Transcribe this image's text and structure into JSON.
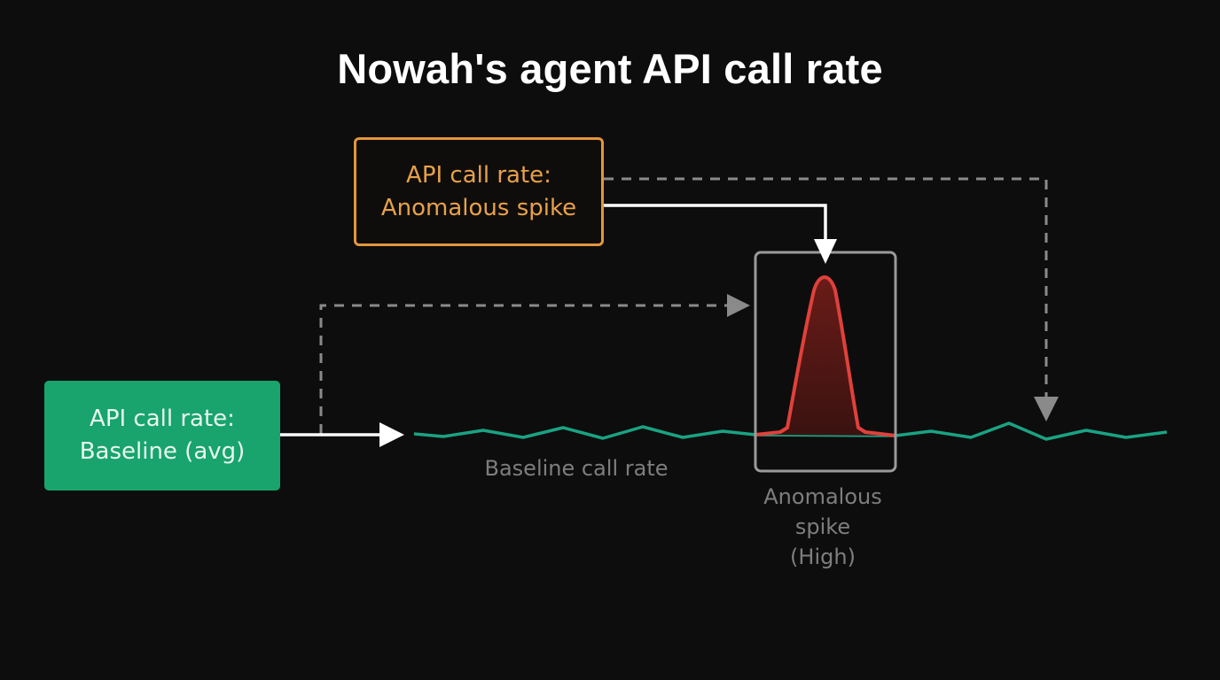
{
  "title": "Nowah's agent API call rate",
  "callouts": {
    "spike": {
      "line1": "API call rate:",
      "line2": "Anomalous spike",
      "color": "#e2963c"
    },
    "baseline": {
      "line1": "API call rate:",
      "line2": "Baseline (avg)",
      "color": "#18a46c"
    }
  },
  "labels": {
    "baseline_series": "Baseline call rate",
    "spike_line1": "Anomalous",
    "spike_line2": "spike",
    "spike_line3": "(High)"
  },
  "colors": {
    "background": "#0d0d0d",
    "baseline_line": "#1aa383",
    "spike_line": "#e0413b",
    "spike_fill": "#5a1a17",
    "highlight_frame": "#9a9a9a",
    "dashed_arrow": "#8a8a8a",
    "solid_arrow": "#ffffff"
  }
}
